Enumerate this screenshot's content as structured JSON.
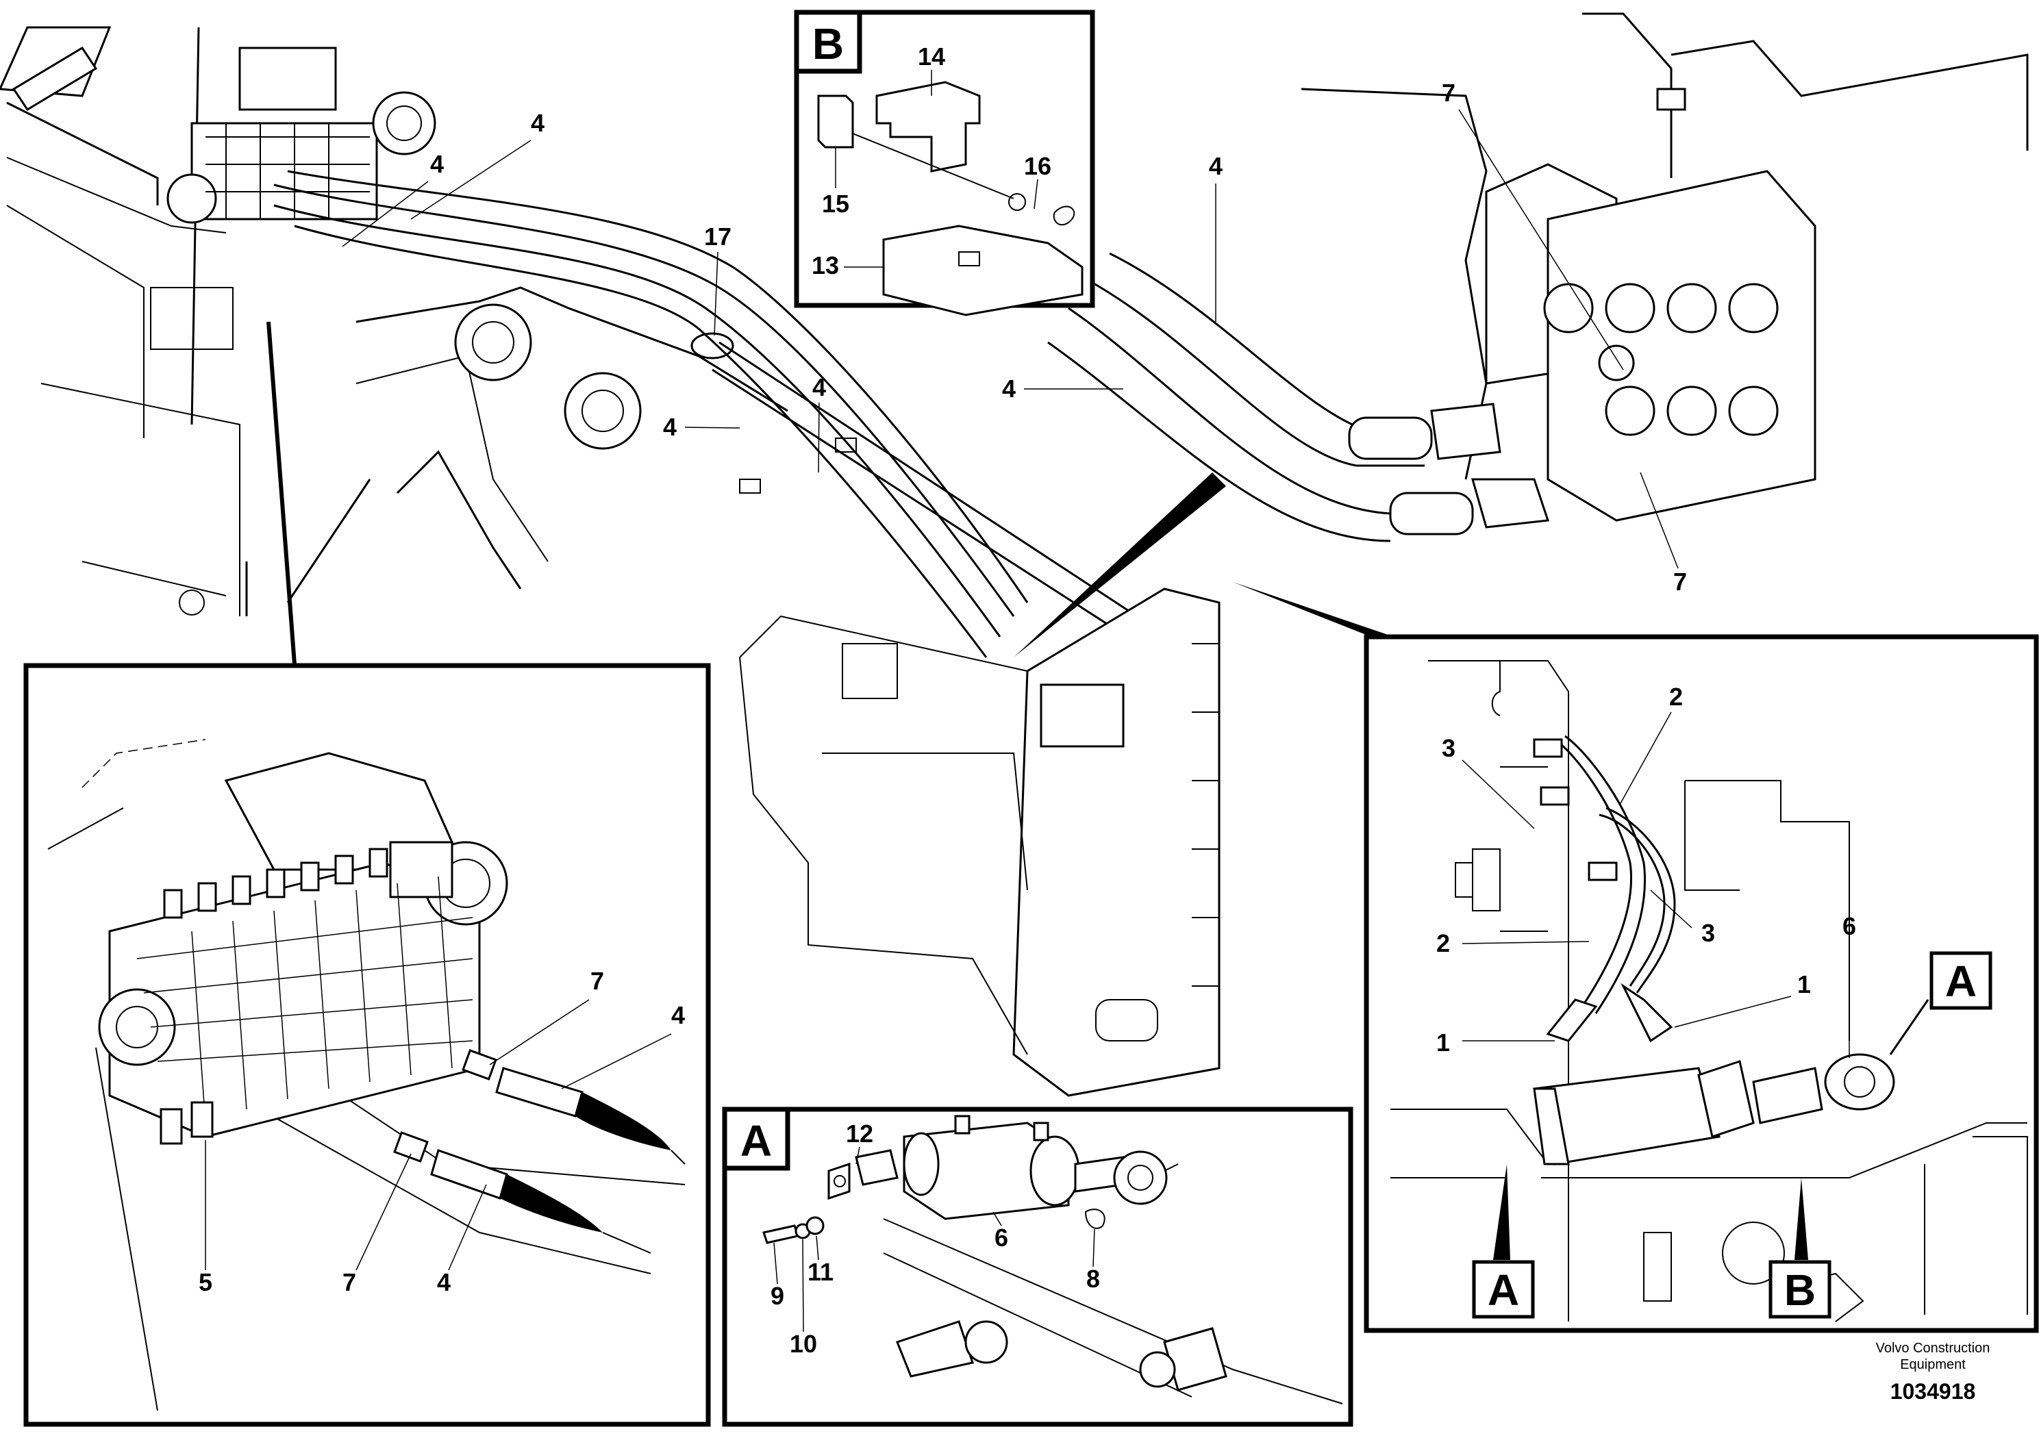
{
  "callouts": {
    "main": {
      "c4_top": "4",
      "c4_left": "4",
      "c17": "17",
      "c4_mid_a": "4",
      "c4_mid_b": "4"
    },
    "upper_right": {
      "c7_top": "7",
      "c4_a": "4",
      "c4_b": "4",
      "c7_bottom": "7"
    },
    "detail_b": {
      "box_label": "B",
      "c14": "14",
      "c16": "16",
      "c15": "15",
      "c13": "13"
    },
    "valve_inset": {
      "c7_a": "7",
      "c4_a": "4",
      "c5": "5",
      "c7_b": "7",
      "c4_b": "4"
    },
    "detail_a": {
      "box_label": "A",
      "c12": "12",
      "c6": "6",
      "c8": "8",
      "c9": "9",
      "c11": "11",
      "c10": "10"
    },
    "right_inset": {
      "c2_top": "2",
      "c3_top": "3",
      "c3_mid": "3",
      "c2_mid": "2",
      "c1_right": "1",
      "c1_left": "1",
      "c6": "6",
      "box_a_top": "A",
      "box_a_bottom": "A",
      "box_b_bottom": "B"
    }
  },
  "footer": {
    "company_line1": "Volvo Construction",
    "company_line2": "Equipment",
    "document_number": "1034918"
  }
}
